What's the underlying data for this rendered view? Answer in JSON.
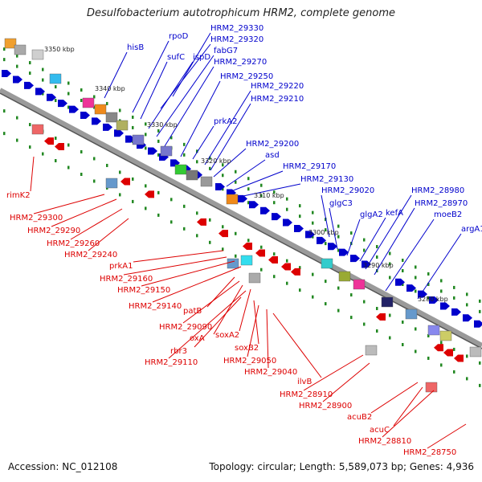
{
  "title": "Desulfobacterium autotrophicum HRM2, complete genome",
  "footer": {
    "accession": "Accession: NC_012108",
    "summary": "Topology: circular; Length: 5,589,073 bp; Genes: 4,936"
  },
  "colors": {
    "forward": "#0000cc",
    "reverse": "#dd0000",
    "backbone": "#888888",
    "tick": "#228822"
  },
  "kbp_marks": [
    "3350 kbp",
    "3340 kbp",
    "3330 kbp",
    "3320 kbp",
    "3310 kbp",
    "3300 kbp",
    "3290 kbp",
    "3280 kbp"
  ],
  "forward_genes": [
    "HRM2_29330",
    "HRM2_29320",
    "rpoD",
    "hisB",
    "sufC",
    "ispD",
    "fabG7",
    "HRM2_29270",
    "HRM2_29250",
    "HRM2_29220",
    "HRM2_29210",
    "prkA2",
    "HRM2_29200",
    "asd",
    "HRM2_29170",
    "HRM2_29130",
    "HRM2_29020",
    "glgC3",
    "glgA2",
    "kefA",
    "HRM2_28980",
    "HRM2_28970",
    "moeB2",
    "argA1"
  ],
  "reverse_genes": [
    "rimK2",
    "HRM2_29300",
    "HRM2_29290",
    "HRM2_29260",
    "HRM2_29240",
    "prkA1",
    "HRM2_29160",
    "HRM2_29150",
    "HRM2_29140",
    "patB",
    "HRM2_29090",
    "oxA",
    "soxA2",
    "rbr3",
    "HRM2_29110",
    "soxB2",
    "HRM2_29050",
    "HRM2_29040",
    "ilvB",
    "HRM2_28910",
    "HRM2_28900",
    "acuB2",
    "acuC",
    "HRM2_28810",
    "HRM2_28750"
  ]
}
